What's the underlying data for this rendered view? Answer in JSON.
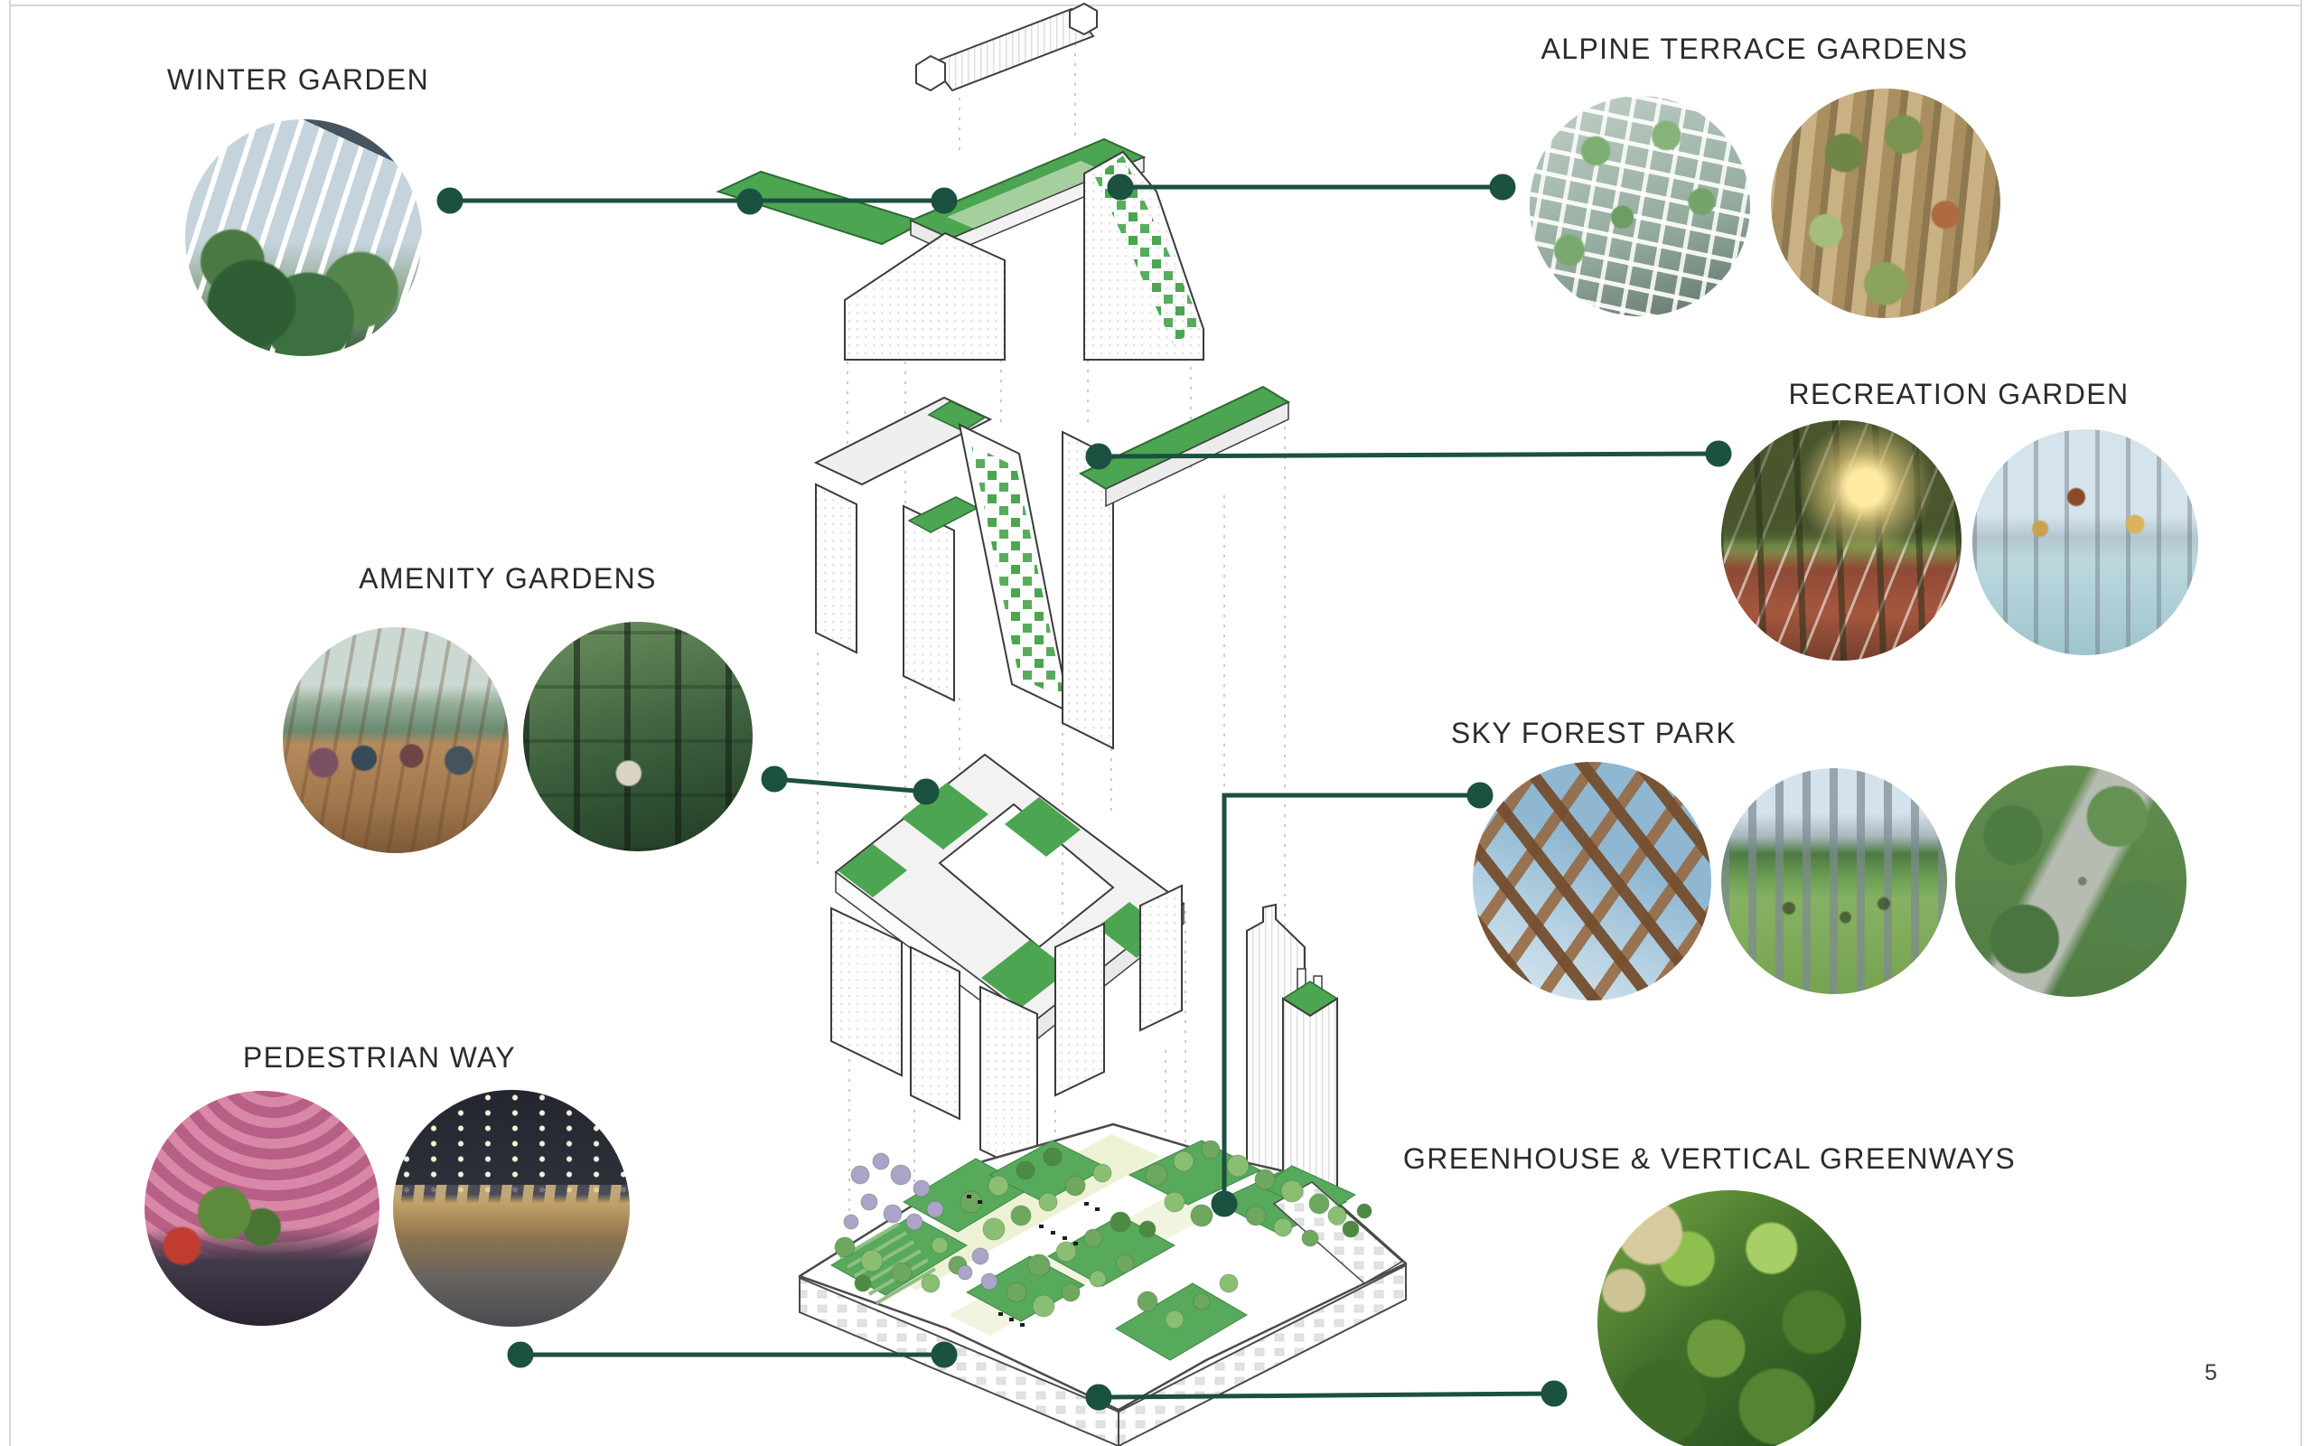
{
  "page": {
    "number": "5"
  },
  "colors": {
    "leader_line": "#1b5140",
    "roof_green": "#4ca551",
    "roof_green_light": "#a6cf9f",
    "label_text": "#2b2b2b"
  },
  "callouts": [
    {
      "id": "winter-garden",
      "label": "WINTER GARDEN",
      "photos": [
        "winter-garden-conservatory"
      ]
    },
    {
      "id": "alpine-terrace-gardens",
      "label": "ALPINE TERRACE GARDENS",
      "photos": [
        "terraced-green-facade",
        "alpine-rock-garden"
      ]
    },
    {
      "id": "recreation-garden",
      "label": "RECREATION GARDEN",
      "photos": [
        "forest-running-track",
        "rooftop-basketball-court"
      ]
    },
    {
      "id": "amenity-gardens",
      "label": "AMENITY GARDENS",
      "photos": [
        "yoga-terrace",
        "glass-pavilion-forest"
      ]
    },
    {
      "id": "sky-forest-park",
      "label": "SKY FOREST PARK",
      "photos": [
        "timber-canopy",
        "urban-park-lawn",
        "aerial-forest-walkway"
      ]
    },
    {
      "id": "pedestrian-way",
      "label": "PEDESTRIAN WAY",
      "photos": [
        "canopy-plaza",
        "night-promenade"
      ]
    },
    {
      "id": "greenhouse-vertical-greenways",
      "label": "GREENHOUSE & VERTICAL GREENWAYS",
      "photos": [
        "vertical-green-wall"
      ]
    }
  ]
}
